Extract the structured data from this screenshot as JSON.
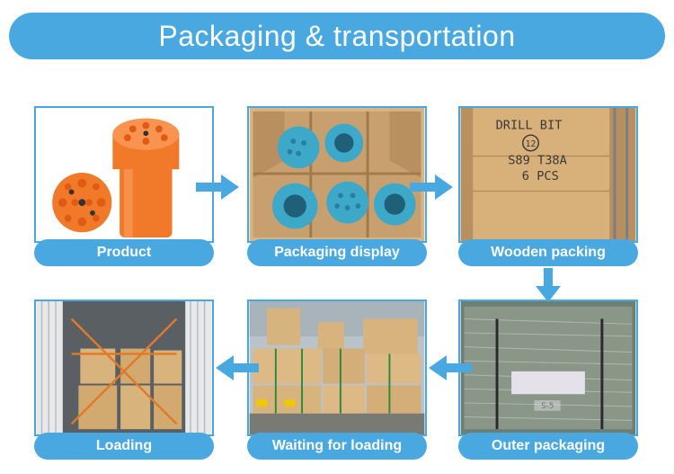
{
  "banner": {
    "title": "Packaging & transportation"
  },
  "steps": [
    {
      "label": "Product"
    },
    {
      "label": "Packaging display"
    },
    {
      "label": "Wooden packing"
    },
    {
      "label": "Outer packaging"
    },
    {
      "label": "Waiting for loading"
    },
    {
      "label": "Loading"
    }
  ],
  "crate_marking": {
    "line1": "DRILL BIT",
    "line2": "S89 T38A",
    "line3": "6 PCS",
    "circle": "12"
  },
  "outer_tag": "S-5",
  "colors": {
    "accent": "#4aa8e0",
    "product": "#f07a2a",
    "box": "#c8a070",
    "bit_blue": "#3ea8c8"
  }
}
